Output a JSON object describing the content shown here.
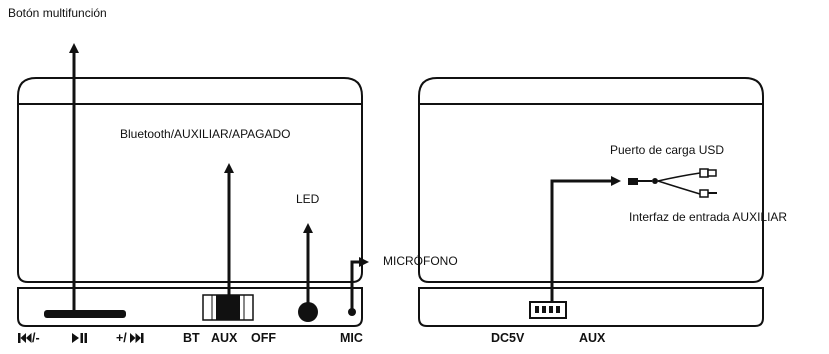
{
  "labels": {
    "multifunction": "Botón multifunción",
    "mode_switch": "Bluetooth/AUXILIAR/APAGADO",
    "led": "LED",
    "microphone": "MICRÓFONO",
    "usb_port": "Puerto de carga USD",
    "aux_interface": "Interfaz de entrada AUXILIAR"
  },
  "left_panel": {
    "prev_vol_down": "/-",
    "play_pause": "",
    "next_vol_up": "+/",
    "bt": "BT",
    "aux": "AUX",
    "off": "OFF",
    "mic": "MIC"
  },
  "right_panel": {
    "dc": "DC5V",
    "aux": "AUX"
  },
  "colors": {
    "ink": "#111111",
    "background": "#ffffff"
  }
}
